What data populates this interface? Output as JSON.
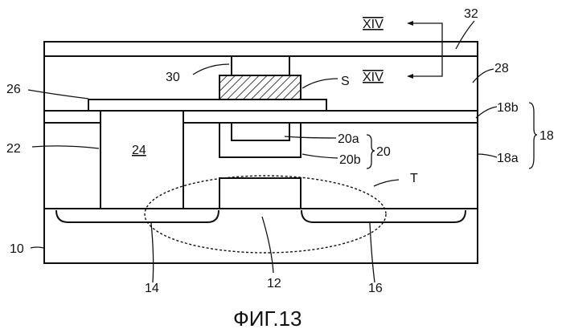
{
  "figure": {
    "caption": "ФИГ.13",
    "labels": {
      "l32": "32",
      "l28": "28",
      "l30": "30",
      "lS": "S",
      "l26": "26",
      "l18b": "18b",
      "l18": "18",
      "l18a": "18a",
      "l22": "22",
      "l24": "24",
      "l20a": "20a",
      "l20b": "20b",
      "l20": "20",
      "lT": "T",
      "l10": "10",
      "l14": "14",
      "l12": "12",
      "l16": "16",
      "section_top": "XIV",
      "section_bottom": "XIV"
    }
  }
}
